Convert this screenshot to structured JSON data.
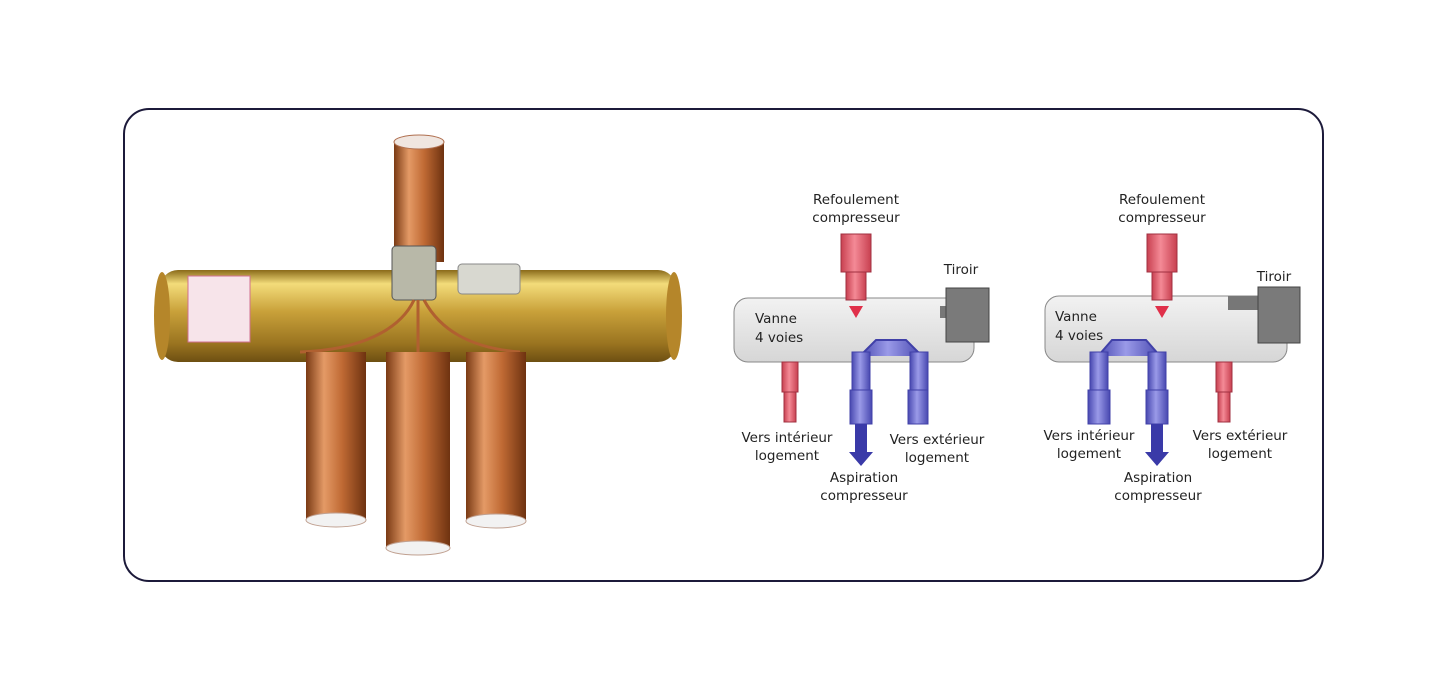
{
  "colors": {
    "frame_border": "#1c1a3a",
    "hot_pipe": "#e0566a",
    "cold_pipe": "#4444bb",
    "valve_body": "#e6e6e6",
    "slide": "#777777",
    "brass": "#c8a53a",
    "copper": "#c8713a"
  },
  "diagram_left": {
    "top_label": [
      "Refoulement",
      "compresseur"
    ],
    "slide_label": "Tiroir",
    "valve_label": [
      "Vanne",
      "4 voies"
    ],
    "left_port_label": [
      "Vers intérieur",
      "logement"
    ],
    "right_port_label": [
      "Vers extérieur",
      "logement"
    ],
    "bottom_label": [
      "Aspiration",
      "compresseur"
    ]
  },
  "diagram_right": {
    "top_label": [
      "Refoulement",
      "compresseur"
    ],
    "slide_label": "Tiroir",
    "valve_label": [
      "Vanne",
      "4 voies"
    ],
    "left_port_label": [
      "Vers intérieur",
      "logement"
    ],
    "right_port_label": [
      "Vers extérieur",
      "logement"
    ],
    "bottom_label": [
      "Aspiration",
      "compresseur"
    ]
  }
}
